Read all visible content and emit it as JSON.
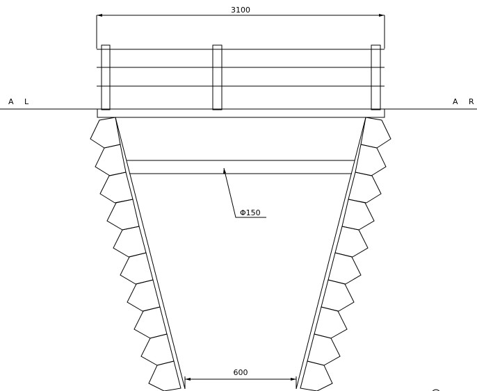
{
  "dimensions": {
    "top_width": "3100",
    "bottom_width": "600",
    "pipe": "Φ150"
  },
  "labels": {
    "left": "A L",
    "right": "A R"
  }
}
